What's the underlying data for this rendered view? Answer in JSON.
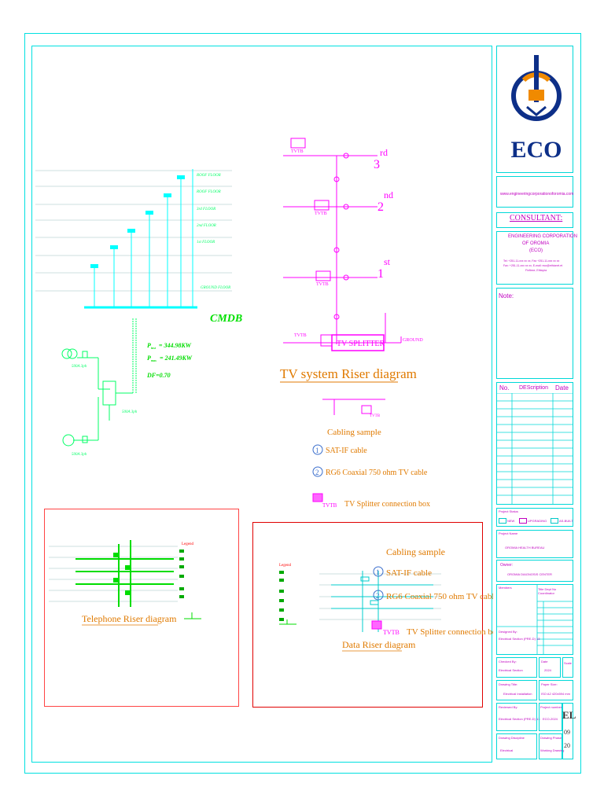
{
  "colors": {
    "frame": "#00e0e0",
    "tv": "#ff00ff",
    "riser": "#00ffff",
    "power": "#00ff66",
    "title": "#e07a00",
    "red_box": "#e00000",
    "blue_logo": "#0d2f88",
    "orange_logo": "#f08a00"
  },
  "logo": {
    "text": "ECO"
  },
  "title_block": {
    "website": "www.engineeringcorporationoforomia.com",
    "consultant_label": "CONSULTANT:",
    "consultant_name_1": "ENGINEERING CORPORATION",
    "consultant_name_2": "OF OROMIA",
    "consultant_abbr": "(ECO)",
    "consultant_addr_1": "Tel: +251-11-xxx xx xx, Fax +251-11-xxx xx xx",
    "consultant_addr_2": "Fax: +251-11-xxx xx xx, E-mail: eco@ethionet.et",
    "consultant_addr_3": "Finfinne, Ethiopia",
    "note_label": "Note:",
    "rev_no": "No.",
    "rev_desc": "DEScription",
    "rev_date": "Date",
    "project_status_label": "Project Status",
    "status_new": "NEW",
    "status_upgrading": "UPGRADING",
    "status_asbuilt": "AS-BUILT",
    "project_name_label": "Project Name",
    "project_name": "OROMIA HEALTH BUREAU",
    "owner_label": "Owner:",
    "owner": "OROMIA DIAGNOSIS CENTER",
    "members_label": "Members",
    "coordinator_label": "Title Dept No Coordinator",
    "designed_by_label": "Designed By:",
    "designed_by": "Electrical Section (PRE-D) 13",
    "checked_by_label": "Checked By:",
    "checked_by": "Electrical Section",
    "date_label": "Date",
    "date": "2024",
    "scale_label": "Scale",
    "drawing_title_label": "Drawing Title:",
    "drawing_title": "Electrical Installation",
    "paper_size_label": "Paper Size:",
    "paper_size": "ISO A2 420x594 mm",
    "reviewed_by_label": "Reviewed By:",
    "reviewed_by": "Electrical Section (PRE-D) 13",
    "project_number_label": "Project number",
    "project_number": "ECO-2024",
    "drawing_discipline_label": "Drawing Discipline",
    "drawing_discipline": "Electrical",
    "drawing_phase_label": "Drawing Phase",
    "drawing_phase": "Working Drawing",
    "sheet_code": "EL",
    "sheet_num": "09",
    "sheet_total": "20"
  },
  "power_riser": {
    "floors": [
      "ROOF FLOOR",
      "ROOF FLOOR",
      "3rd FLOOR",
      "2nd FLOOR",
      "1st FLOOR",
      "GROUND FLOOR"
    ],
    "cmdb": "CMDB",
    "p_inst_label": "P",
    "p_inst_sub": "inst",
    "p_inst_value": "= 344.98KW",
    "p_max_label": "P",
    "p_max_sub": "max",
    "p_max_value": "= 241.49KW",
    "df": "DF=0.70",
    "transformer_label": "500A 3ph",
    "generator_label": "500A 3ph",
    "ats_feed": "500A 3ph"
  },
  "tv_riser": {
    "floors": [
      {
        "num": "3",
        "sup": "rd"
      },
      {
        "num": "2",
        "sup": "nd"
      },
      {
        "num": "1",
        "sup": "st"
      }
    ],
    "tvtb": "TVTB",
    "splitter": "TV SPLITTER",
    "ground": "GROUND",
    "title": "TV system Riser diagram",
    "cabling_title": "Cabling sample",
    "legend_1_num": "1",
    "legend_1": "SAT-IF  cable",
    "legend_2_num": "2",
    "legend_2": "RG6 Coaxial 750 ohm TV cable",
    "legend_box": "TV Splitter connection box"
  },
  "telephone": {
    "title": "Telephone Riser diagram",
    "legend": "Legend"
  },
  "data_riser": {
    "title": "Data Riser diagram",
    "legend": "Legend",
    "cabling_title": "Cabling sample",
    "legend_1_num": "1",
    "legend_1": "SAT-IF  cable",
    "legend_2_num": "2",
    "legend_2": "RG6 Coaxial 750 ohm TV cable",
    "legend_box": "TV Splitter connection box",
    "tvtb": "TVTB"
  }
}
